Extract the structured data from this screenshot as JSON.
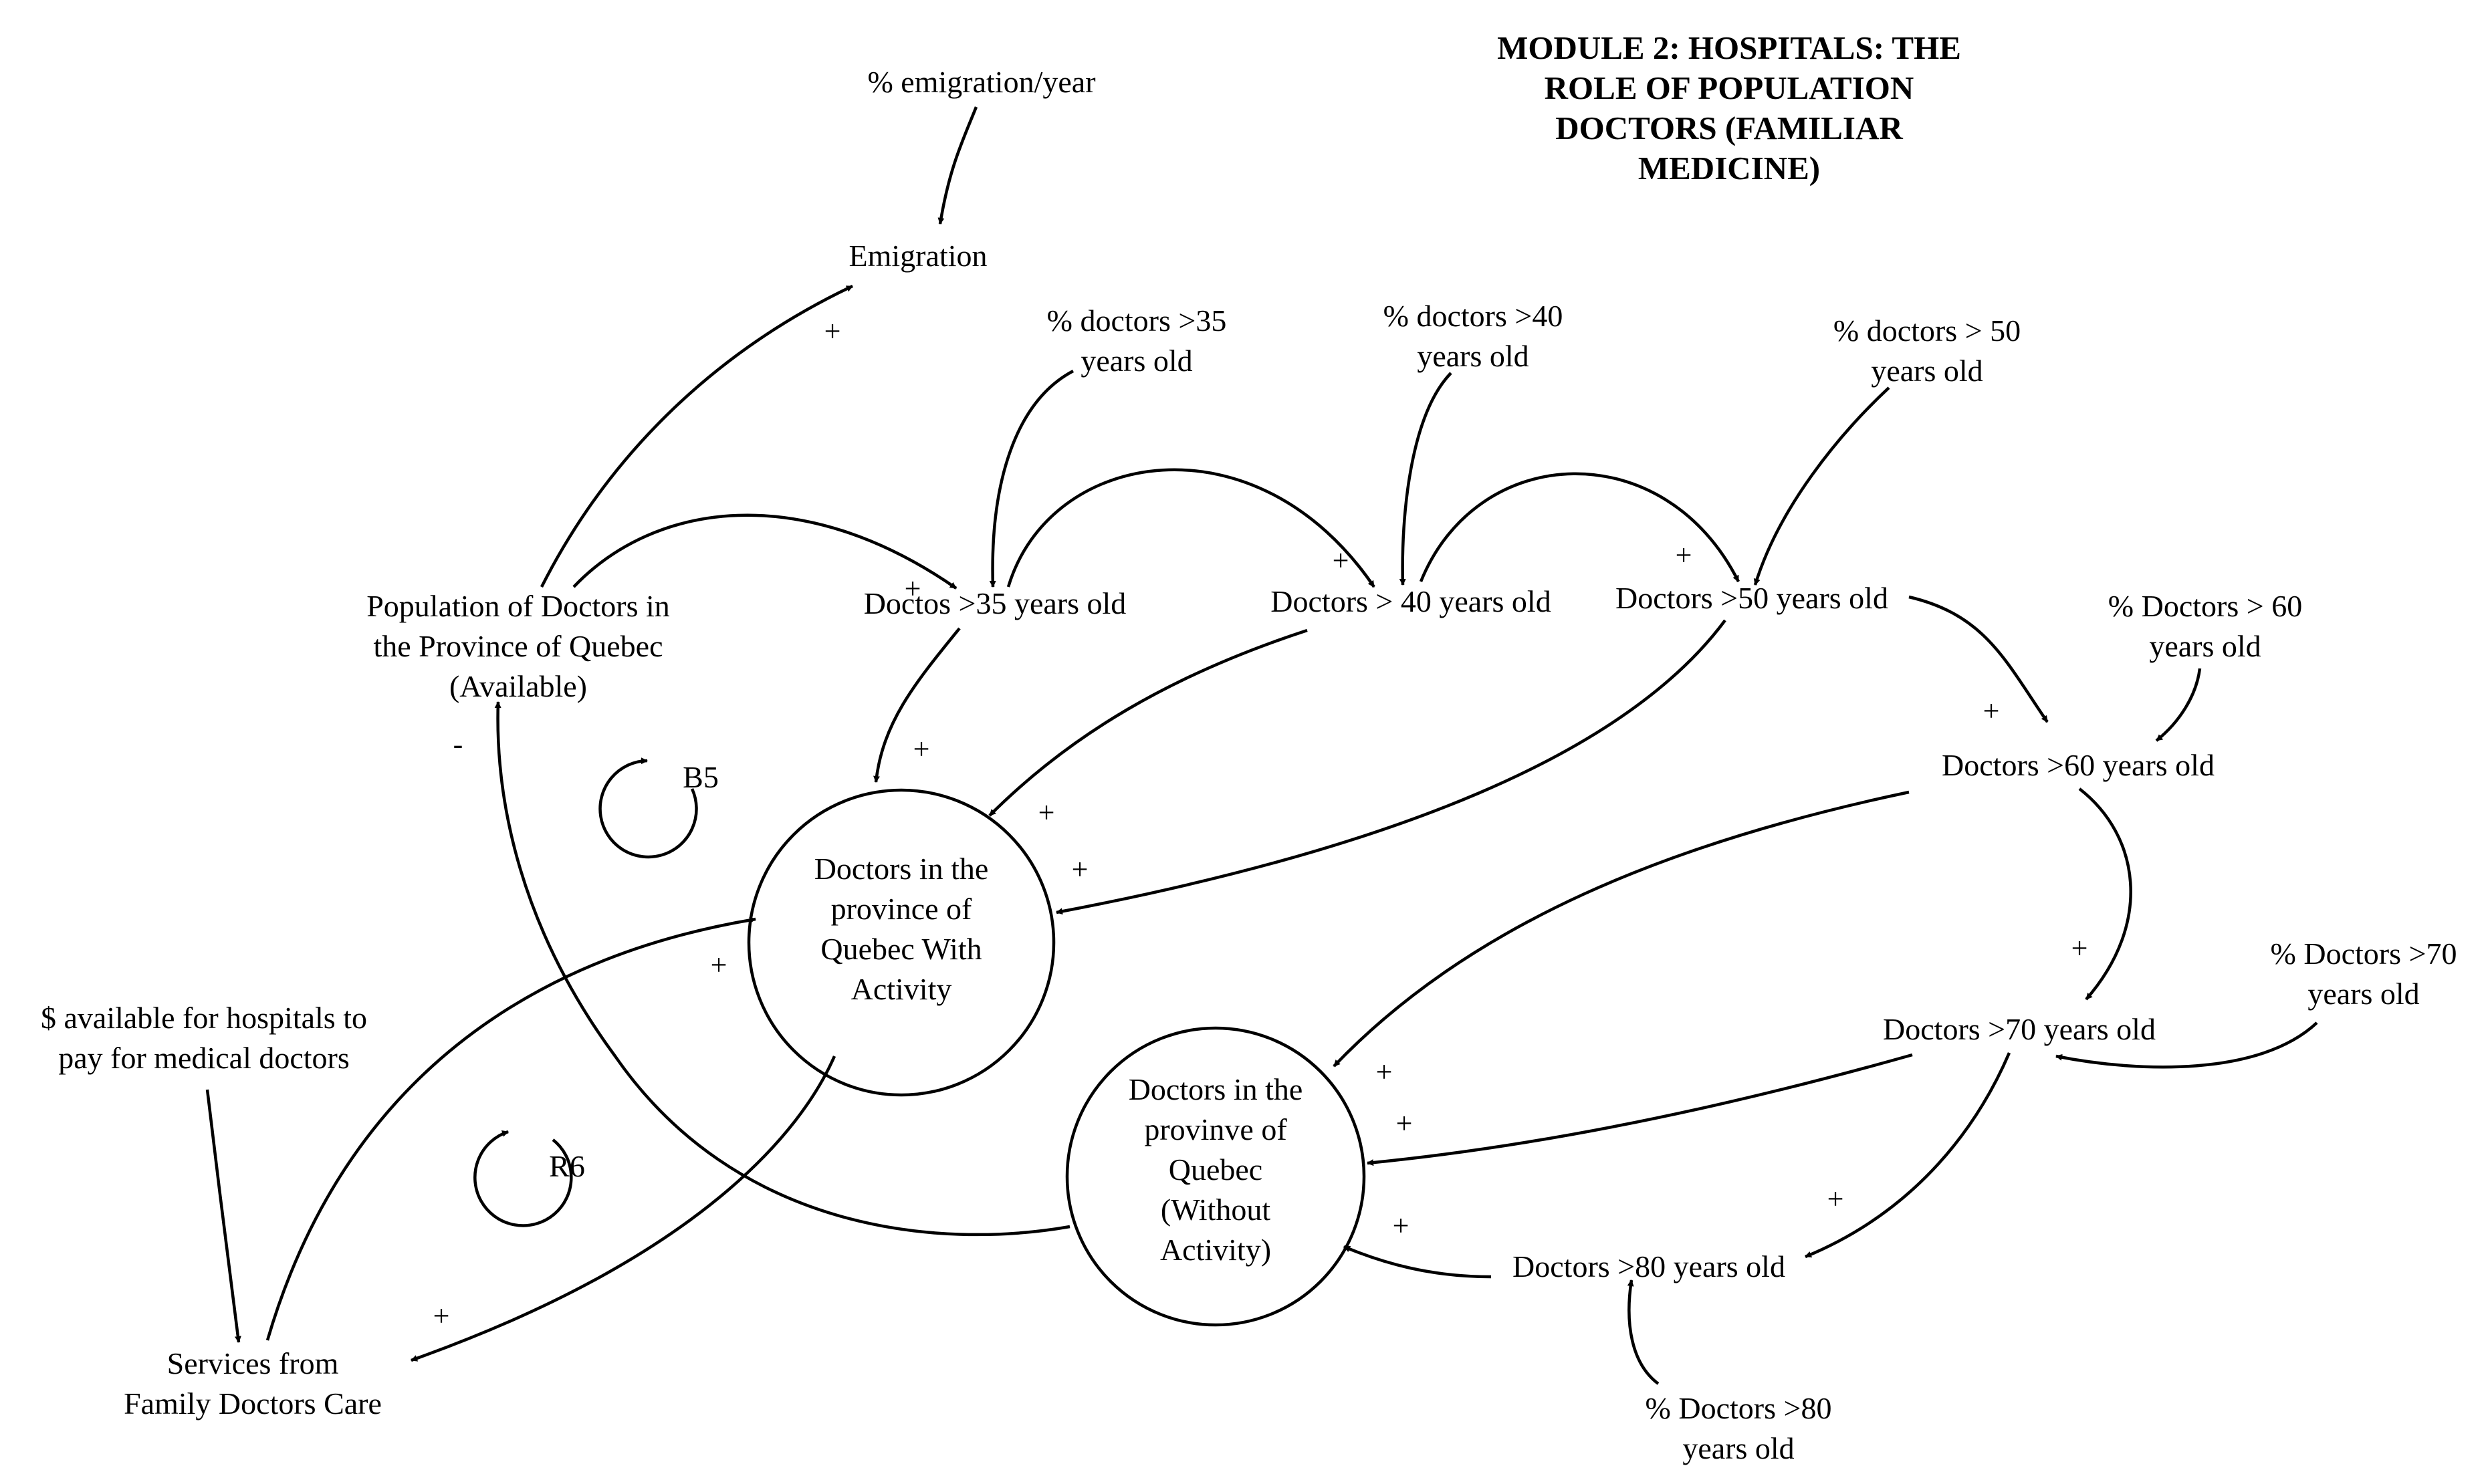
{
  "title": [
    "MODULE 2: HOSPITALS: THE",
    "ROLE OF POPULATION",
    "DOCTORS (FAMILIAR",
    "MEDICINE)"
  ],
  "variables": {
    "pct_emigration": [
      "% emigration/year"
    ],
    "emigration": [
      "Emigration"
    ],
    "pct_35": [
      "% doctors >35",
      "years old"
    ],
    "pct_40": [
      "% doctors >40",
      "years old"
    ],
    "pct_50": [
      "% doctors > 50",
      "years old"
    ],
    "pct_60": [
      "% Doctors > 60",
      "years old"
    ],
    "pct_70": [
      "% Doctors >70",
      "years old"
    ],
    "pct_80": [
      "% Doctors >80",
      "years old"
    ],
    "population": [
      "Population of Doctors in",
      "the Province of Quebec",
      "(Available)"
    ],
    "d35": [
      "Doctos >35 years old"
    ],
    "d40": [
      "Doctors > 40 years old"
    ],
    "d50": [
      "Doctors >50 years old"
    ],
    "d60": [
      "Doctors >60 years old"
    ],
    "d70": [
      "Doctors >70 years old"
    ],
    "d80": [
      "Doctors >80 years old"
    ],
    "funds": [
      "$ available for hospitals to",
      "pay for medical doctors"
    ],
    "services": [
      "Services from",
      "Family Doctors Care"
    ],
    "with_activity": [
      "Doctors in the",
      "province of",
      "Quebec With",
      "Activity"
    ],
    "without_activity": [
      "Doctors in the",
      "provinve of",
      "Quebec",
      "(Without",
      "Activity)"
    ]
  },
  "loops": {
    "b5": "B5",
    "r6": "R6"
  },
  "polarities": {
    "pop_to_emigration": "+",
    "pop_to_d35": "+",
    "d35_to_with": "+",
    "d40_to_d50": "+",
    "d40_to_with": "+",
    "d50_to_with": "+",
    "d35_to_d40": "+",
    "d50_to_d60": "+",
    "d60_to_d70": "+",
    "d60_to_without": "+",
    "d70_to_without": "+",
    "d80_to_without": "+",
    "d70_to_d80": "+",
    "services_to_with": "+",
    "with_to_services": "+",
    "without_to_pop": "-"
  }
}
